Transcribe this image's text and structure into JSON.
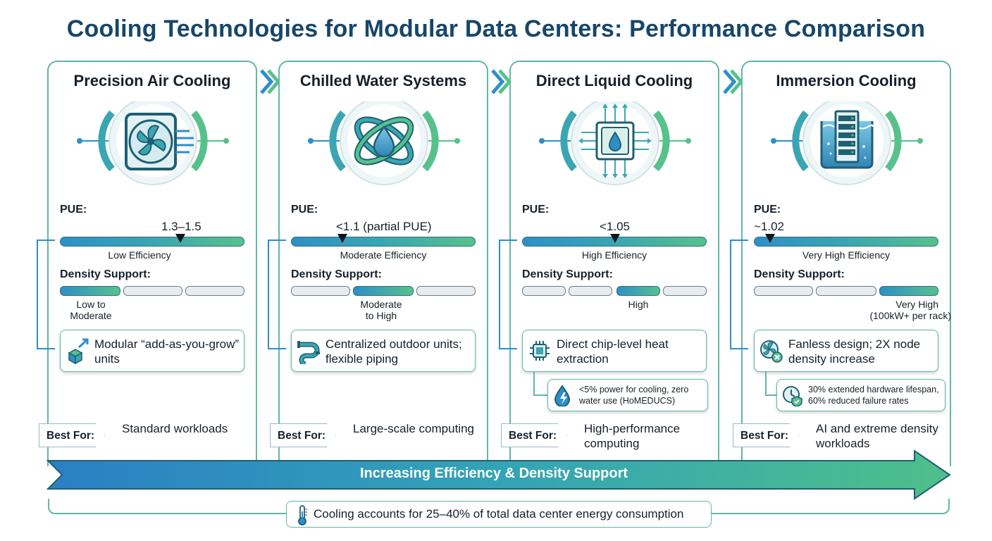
{
  "title": "Cooling Technologies for Modular Data Centers: Performance Comparison",
  "columns": [
    {
      "name": "Precision Air Cooling",
      "icon": "fan-icon",
      "pue_label": "PUE:",
      "pue_value": "1.3–1.5",
      "efficiency_label": "Low Efficiency",
      "density_label": "Density Support:",
      "density_level": 1,
      "density_value_1": "Low to",
      "density_value_2": "Moderate",
      "feature_icon": "modular-cubes-icon",
      "feature": "Modular “add-as-you-grow” units",
      "best_for_label": "Best For:",
      "best_for": "Standard workloads"
    },
    {
      "name": "Chilled Water Systems",
      "icon": "water-loop-icon",
      "pue_label": "PUE:",
      "pue_value": "<1.1 (partial PUE)",
      "efficiency_label": "Moderate Efficiency",
      "density_label": "Density Support:",
      "density_level": 2,
      "density_value_1": "Moderate",
      "density_value_2": "to High",
      "feature_icon": "piping-icon",
      "feature": "Centralized outdoor units; flexible piping",
      "best_for_label": "Best For:",
      "best_for": "Large-scale computing"
    },
    {
      "name": "Direct Liquid Cooling",
      "icon": "chip-droplet-icon",
      "pue_label": "PUE:",
      "pue_value": "<1.05",
      "efficiency_label": "High Efficiency",
      "density_label": "Density Support:",
      "density_level": 3,
      "density_value_1": "High",
      "density_value_2": "",
      "feature_icon": "chip-icon",
      "feature": "Direct chip-level heat extraction",
      "sub_feature_icon": "droplet-bolt-icon",
      "sub_feature": "<5% power for cooling, zero water use (HoMEDUCS)",
      "best_for_label": "Best For:",
      "best_for": "High-performance computing"
    },
    {
      "name": "Immersion Cooling",
      "icon": "immersion-tank-icon",
      "pue_label": "PUE:",
      "pue_value": "~1.02",
      "efficiency_label": "Very High Efficiency",
      "density_label": "Density Support:",
      "density_level": 4,
      "density_value_1": "Very High",
      "density_value_2": "(100kW+ per rack)",
      "feature_icon": "fanless-icon",
      "feature": "Fanless design; 2X node density increase",
      "sub_feature_icon": "clock-shield-icon",
      "sub_feature": "30% extended hardware lifespan, 60% reduced failure rates",
      "best_for_label": "Best For:",
      "best_for": "AI and extreme density workloads"
    }
  ],
  "arrow_label": "Increasing Efficiency & Density Support",
  "footer": {
    "icon": "thermometer-icon",
    "text": "Cooling accounts for 25–40% of total data center energy consumption"
  },
  "colors": {
    "title": "#17466b",
    "accent_blue": "#2e8fc8",
    "accent_green": "#57c18c",
    "border": "#5fb8a5"
  }
}
